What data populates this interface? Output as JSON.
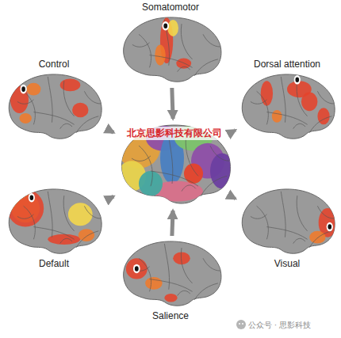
{
  "diagram": {
    "nodes": [
      {
        "text": [
          "Somatomotor"
        ]
      },
      {
        "text": [
          "Control"
        ]
      },
      {
        "text": [
          "Dorsal attention"
        ]
      },
      {
        "text": [
          "北京思影科技有限公司"
        ]
      },
      {
        "text": [
          "Default"
        ]
      },
      {
        "text": [
          "Visual"
        ]
      },
      {
        "text": [
          "Salience"
        ]
      }
    ],
    "edges": [
      {
        "from": 0,
        "to": 3,
        "arrow": "to"
      },
      {
        "from": 1,
        "to": 3,
        "arrow": "to"
      },
      {
        "from": 2,
        "to": 3,
        "arrow": "to"
      },
      {
        "from": 4,
        "to": 3,
        "arrow": "to"
      },
      {
        "from": 5,
        "to": 3,
        "arrow": "to"
      },
      {
        "from": 6,
        "to": 3,
        "arrow": "to"
      }
    ],
    "labels": [
      "公众号 · 思影科技"
    ]
  }
}
